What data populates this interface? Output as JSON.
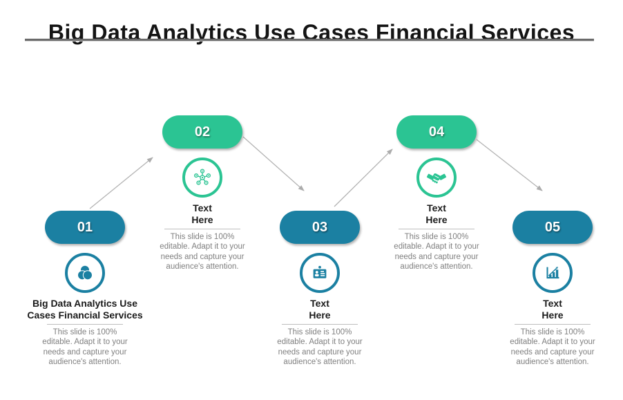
{
  "slide": {
    "title": "Big Data Analytics Use Cases Financial Services"
  },
  "colors": {
    "teal": "#1B80A2",
    "green": "#2BC493",
    "arrow": "#ACACAC",
    "title_rule": "#6A6A6A",
    "description_text": "#7F7F7F"
  },
  "nodes": [
    {
      "number": "01",
      "icon": "venn-diagram-icon",
      "color": "teal",
      "label": "Big Data Analytics Use\nCases Financial Services",
      "description": "This slide is 100%\neditable. Adapt it to your\nneeds and capture your\naudience's attention."
    },
    {
      "number": "02",
      "icon": "network-icon",
      "color": "green",
      "label": "Text\nHere",
      "description": "This slide is 100%\neditable. Adapt it to your\nneeds and capture your\naudience's attention."
    },
    {
      "number": "03",
      "icon": "id-badge-icon",
      "color": "teal",
      "label": "Text\nHere",
      "description": "This slide is 100%\neditable. Adapt it to your\nneeds and capture your\naudience's attention."
    },
    {
      "number": "04",
      "icon": "handshake-icon",
      "color": "green",
      "label": "Text\nHere",
      "description": "This slide is 100%\neditable. Adapt it to your\nneeds and capture your\naudience's attention."
    },
    {
      "number": "05",
      "icon": "bar-chart-icon",
      "color": "teal",
      "label": "Text\nHere",
      "description": "This slide is 100%\neditable. Adapt it to your\nneeds and capture your\naudience's attention."
    }
  ]
}
